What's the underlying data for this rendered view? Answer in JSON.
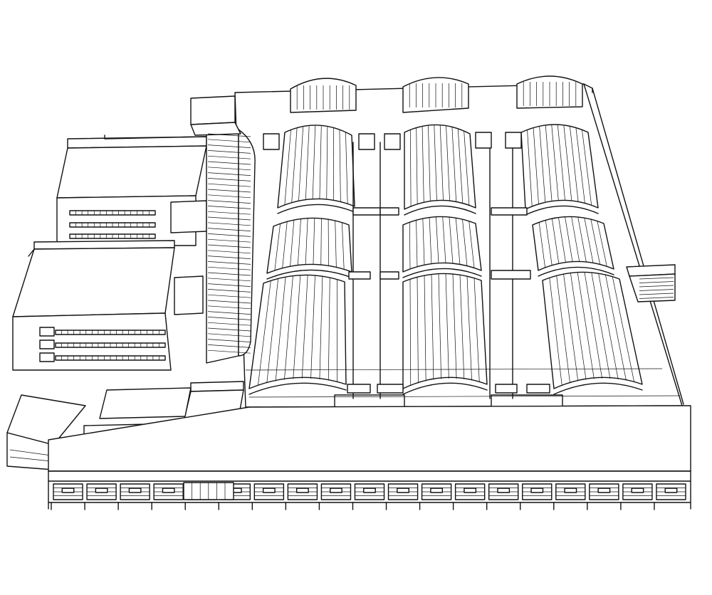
{
  "drawing": {
    "kind": "axonometric line drawing",
    "line_color": "#111111",
    "background": "#ffffff"
  },
  "vault_grid": {
    "columns": 3,
    "rows": 4
  },
  "front_bays": {
    "count": 19
  }
}
